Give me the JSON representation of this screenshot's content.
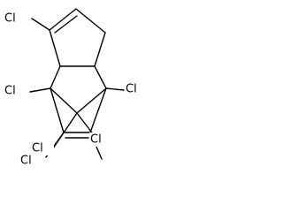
{
  "molecule": {
    "atoms": [
      {
        "id": "cl-top-left",
        "label": "Cl"
      },
      {
        "id": "cl-left",
        "label": "Cl"
      },
      {
        "id": "cl-right",
        "label": "Cl"
      },
      {
        "id": "cl-bottom-1",
        "label": "Cl"
      },
      {
        "id": "cl-bottom-2",
        "label": "Cl"
      },
      {
        "id": "cl-bottom-3",
        "label": "Cl"
      }
    ]
  }
}
